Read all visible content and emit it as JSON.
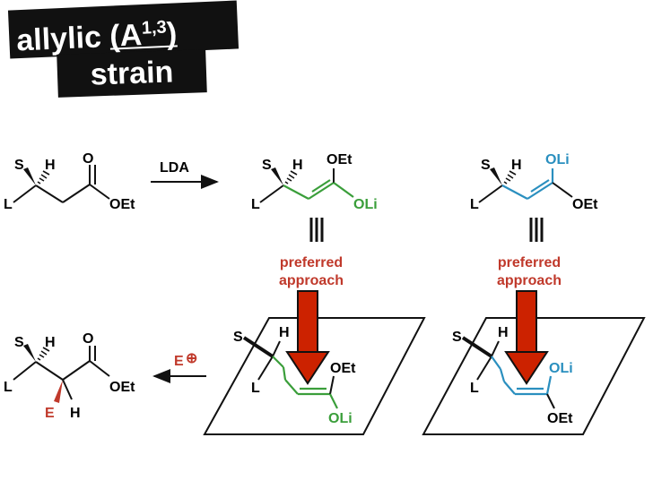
{
  "title": {
    "line1_prefix": "allylic ",
    "line1_paren_open": "(A",
    "line1_sup": "1,3",
    "line1_paren_close": ")",
    "line2": "strain"
  },
  "colors": {
    "green": "#3a9e3a",
    "blue": "#2a8fbf",
    "red": "#c0392b",
    "arrow_fill": "#cc2200",
    "black": "#111111"
  },
  "reagents": {
    "lda": "LDA",
    "electrophile": "E",
    "electrophile_charge": "⊕"
  },
  "approach_label": {
    "line1": "preferred",
    "line2": "approach"
  },
  "atoms": {
    "S": "S",
    "H": "H",
    "L": "L",
    "O": "O",
    "OEt": "OEt",
    "OLi": "OLi",
    "E": "E"
  }
}
